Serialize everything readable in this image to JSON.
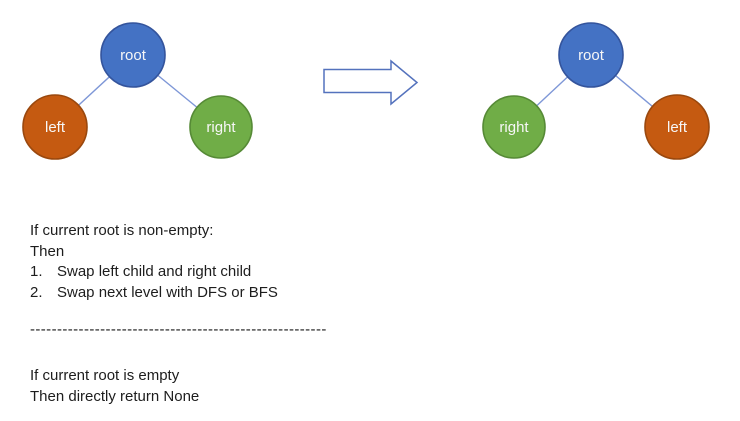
{
  "diagram": {
    "before_tree": {
      "root": {
        "label": "root",
        "fill": "#4472c4"
      },
      "left_child": {
        "label": "left",
        "fill": "#c55a11"
      },
      "right_child": {
        "label": "right",
        "fill": "#70ad47"
      }
    },
    "after_tree": {
      "root": {
        "label": "root",
        "fill": "#4472c4"
      },
      "left_child": {
        "label": "right",
        "fill": "#70ad47"
      },
      "right_child": {
        "label": "left",
        "fill": "#c55a11"
      }
    },
    "arrow": {
      "direction": "right",
      "outline_color": "#5472bd",
      "fill_color": "#ffffff"
    },
    "edge_color": "#7e97d7"
  },
  "notes": {
    "condition_nonempty": "If current root is non-empty:",
    "then_nonempty": "Then",
    "steps": [
      {
        "num": "1.",
        "text": "Swap left child and right child"
      },
      {
        "num": "2.",
        "text": "Swap next level with DFS or BFS"
      }
    ],
    "separator": "-------------------------------------------------------",
    "condition_empty": "If current root is empty",
    "then_empty": "Then directly return None"
  }
}
